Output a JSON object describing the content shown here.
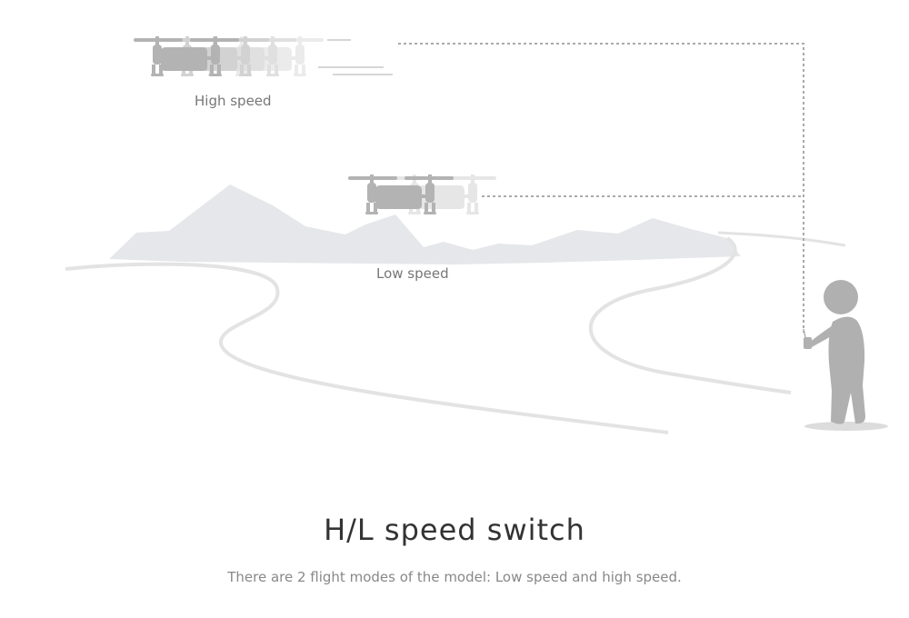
{
  "diagram": {
    "high_speed_label": "High speed",
    "low_speed_label": "Low speed",
    "icons": {
      "drone_high": "drone-icon",
      "drone_low": "drone-icon",
      "person": "person-with-remote-icon"
    }
  },
  "caption": {
    "title": "H/L speed switch",
    "description": "There are 2 flight modes of the model: Low speed and high speed."
  },
  "colors": {
    "drone_dark": "#b3b3b3",
    "drone_ghost": "#d9d9d9",
    "drone_ghost_light": "#e8e8e8",
    "person": "#b0b0b0",
    "mountains": "#e6e7ea",
    "road": "#e1e1e1",
    "signal_line": "#aaaaaa",
    "title": "#333333",
    "subtitle": "#888888"
  }
}
